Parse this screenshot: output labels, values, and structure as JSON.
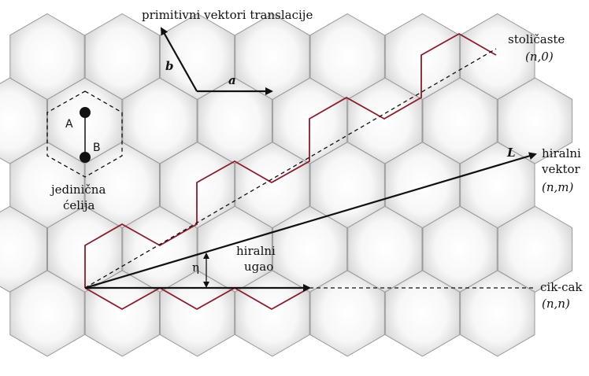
{
  "labels": {
    "primitive_vectors": "primitivni vektori translacije",
    "vec_a": "a",
    "vec_b": "b",
    "atom_a": "A",
    "atom_b": "B",
    "unit_cell_line1": "jedinična",
    "unit_cell_line2": "ćelija",
    "armchair_line1": "stoličaste",
    "armchair_line2": "(n,0)",
    "chiral_vector_line1": "hiralni",
    "chiral_vector_line2": "vektor",
    "chiral_vector_line3": "(n,m)",
    "vec_L": "L",
    "chiral_angle_line1": "hiralni",
    "chiral_angle_line2": "ugao",
    "eta": "η",
    "zigzag_line1": "cik-cak",
    "zigzag_line2": "(n,n)"
  },
  "colors": {
    "hex_edge": "#9a9a9a",
    "hex_fill_center": "#ffffff",
    "hex_fill_edge": "#d4d4d4",
    "chiral_path": "#8b1c2c",
    "arrow": "#111111"
  }
}
